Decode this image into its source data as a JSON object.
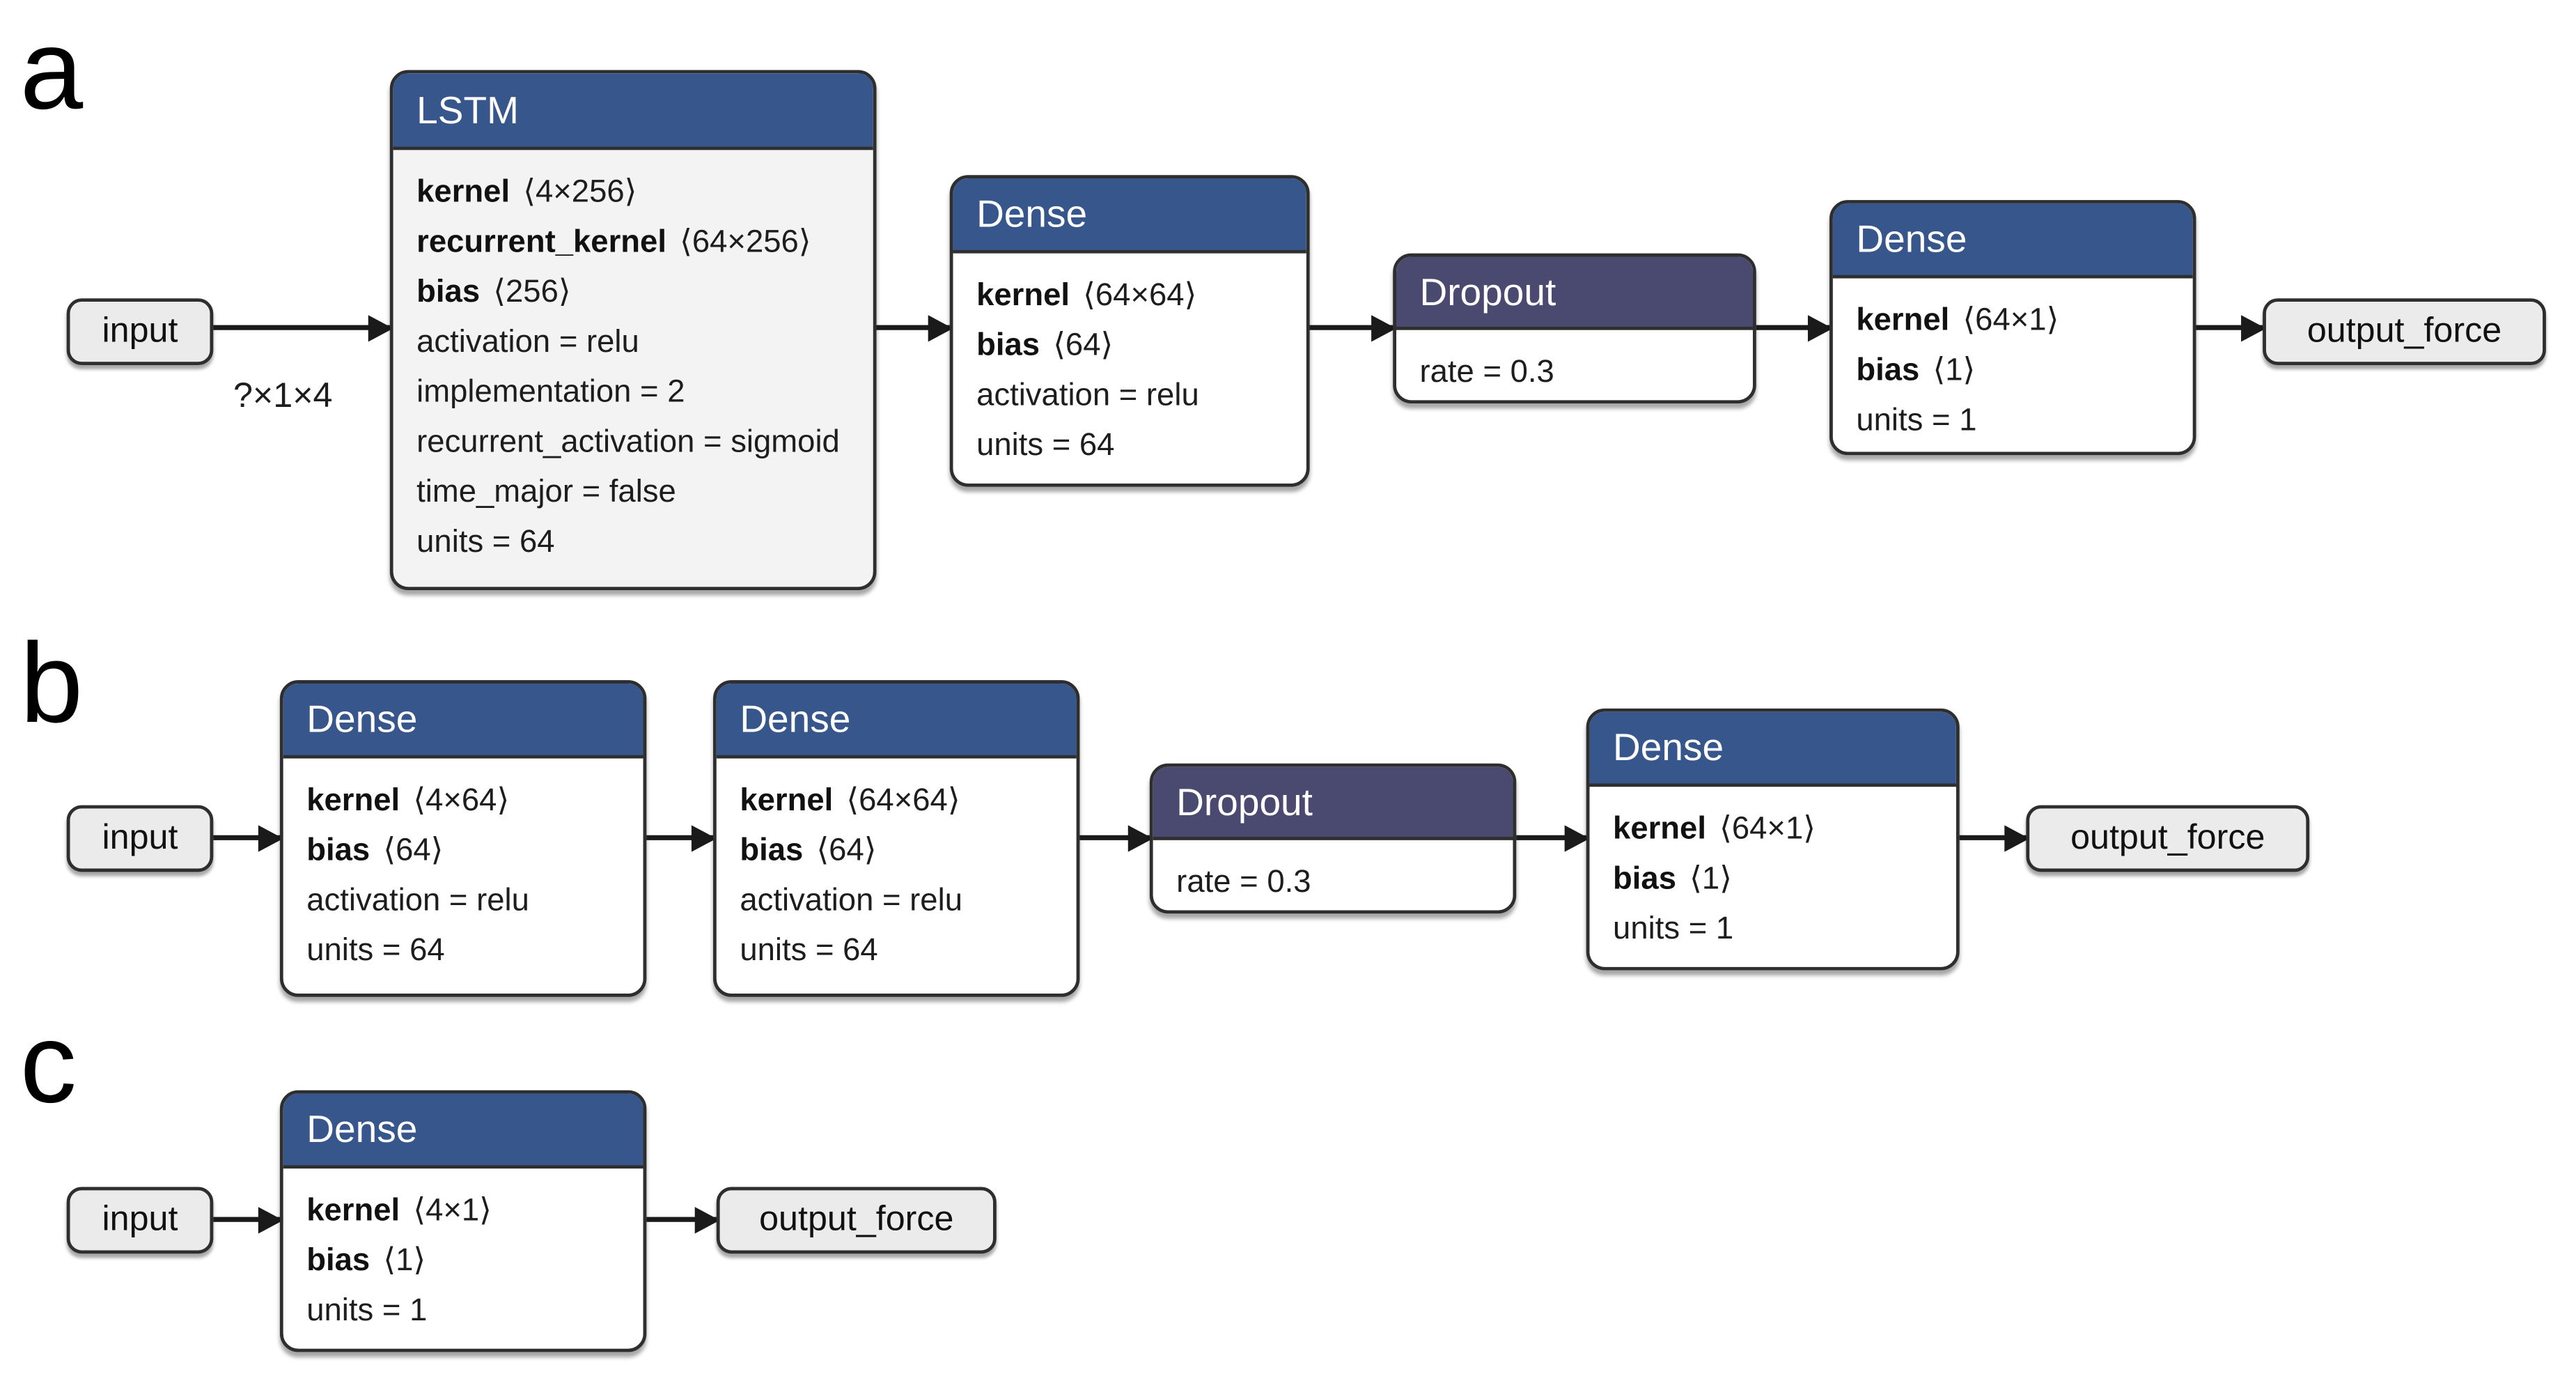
{
  "colors": {
    "dense_header": "#36568c",
    "lstm_header": "#36568c",
    "dropout_header": "#4a4970",
    "lstm_body": "#f3f3f3",
    "layer_body": "#ffffff",
    "io_fill": "#ebebeb",
    "border": "#2e2e2e",
    "arrow": "#1a1a1a"
  },
  "panels": [
    {
      "label": "a",
      "input_label": "input",
      "input_shape": "?×1×4",
      "output_label": "output_force",
      "nodes": [
        {
          "title": "LSTM",
          "params": [
            {
              "name": "kernel",
              "value": "⟨4×256⟩"
            },
            {
              "name": "recurrent_kernel",
              "value": "⟨64×256⟩"
            },
            {
              "name": "bias",
              "value": "⟨256⟩"
            },
            {
              "name": "",
              "value": "activation = relu"
            },
            {
              "name": "",
              "value": "implementation = 2"
            },
            {
              "name": "",
              "value": "recurrent_activation = sigmoid"
            },
            {
              "name": "",
              "value": "time_major = false"
            },
            {
              "name": "",
              "value": "units = 64"
            }
          ]
        },
        {
          "title": "Dense",
          "params": [
            {
              "name": "kernel",
              "value": "⟨64×64⟩"
            },
            {
              "name": "bias",
              "value": "⟨64⟩"
            },
            {
              "name": "",
              "value": "activation = relu"
            },
            {
              "name": "",
              "value": "units = 64"
            }
          ]
        },
        {
          "title": "Dropout",
          "params": [
            {
              "name": "",
              "value": "rate = 0.3"
            }
          ]
        },
        {
          "title": "Dense",
          "params": [
            {
              "name": "kernel",
              "value": "⟨64×1⟩"
            },
            {
              "name": "bias",
              "value": "⟨1⟩"
            },
            {
              "name": "",
              "value": "units = 1"
            }
          ]
        }
      ]
    },
    {
      "label": "b",
      "input_label": "input",
      "output_label": "output_force",
      "nodes": [
        {
          "title": "Dense",
          "params": [
            {
              "name": "kernel",
              "value": "⟨4×64⟩"
            },
            {
              "name": "bias",
              "value": "⟨64⟩"
            },
            {
              "name": "",
              "value": "activation = relu"
            },
            {
              "name": "",
              "value": "units = 64"
            }
          ]
        },
        {
          "title": "Dense",
          "params": [
            {
              "name": "kernel",
              "value": "⟨64×64⟩"
            },
            {
              "name": "bias",
              "value": "⟨64⟩"
            },
            {
              "name": "",
              "value": "activation = relu"
            },
            {
              "name": "",
              "value": "units = 64"
            }
          ]
        },
        {
          "title": "Dropout",
          "params": [
            {
              "name": "",
              "value": "rate = 0.3"
            }
          ]
        },
        {
          "title": "Dense",
          "params": [
            {
              "name": "kernel",
              "value": "⟨64×1⟩"
            },
            {
              "name": "bias",
              "value": "⟨1⟩"
            },
            {
              "name": "",
              "value": "units = 1"
            }
          ]
        }
      ]
    },
    {
      "label": "c",
      "input_label": "input",
      "output_label": "output_force",
      "nodes": [
        {
          "title": "Dense",
          "params": [
            {
              "name": "kernel",
              "value": "⟨4×1⟩"
            },
            {
              "name": "bias",
              "value": "⟨1⟩"
            },
            {
              "name": "",
              "value": "units = 1"
            }
          ]
        }
      ]
    }
  ]
}
